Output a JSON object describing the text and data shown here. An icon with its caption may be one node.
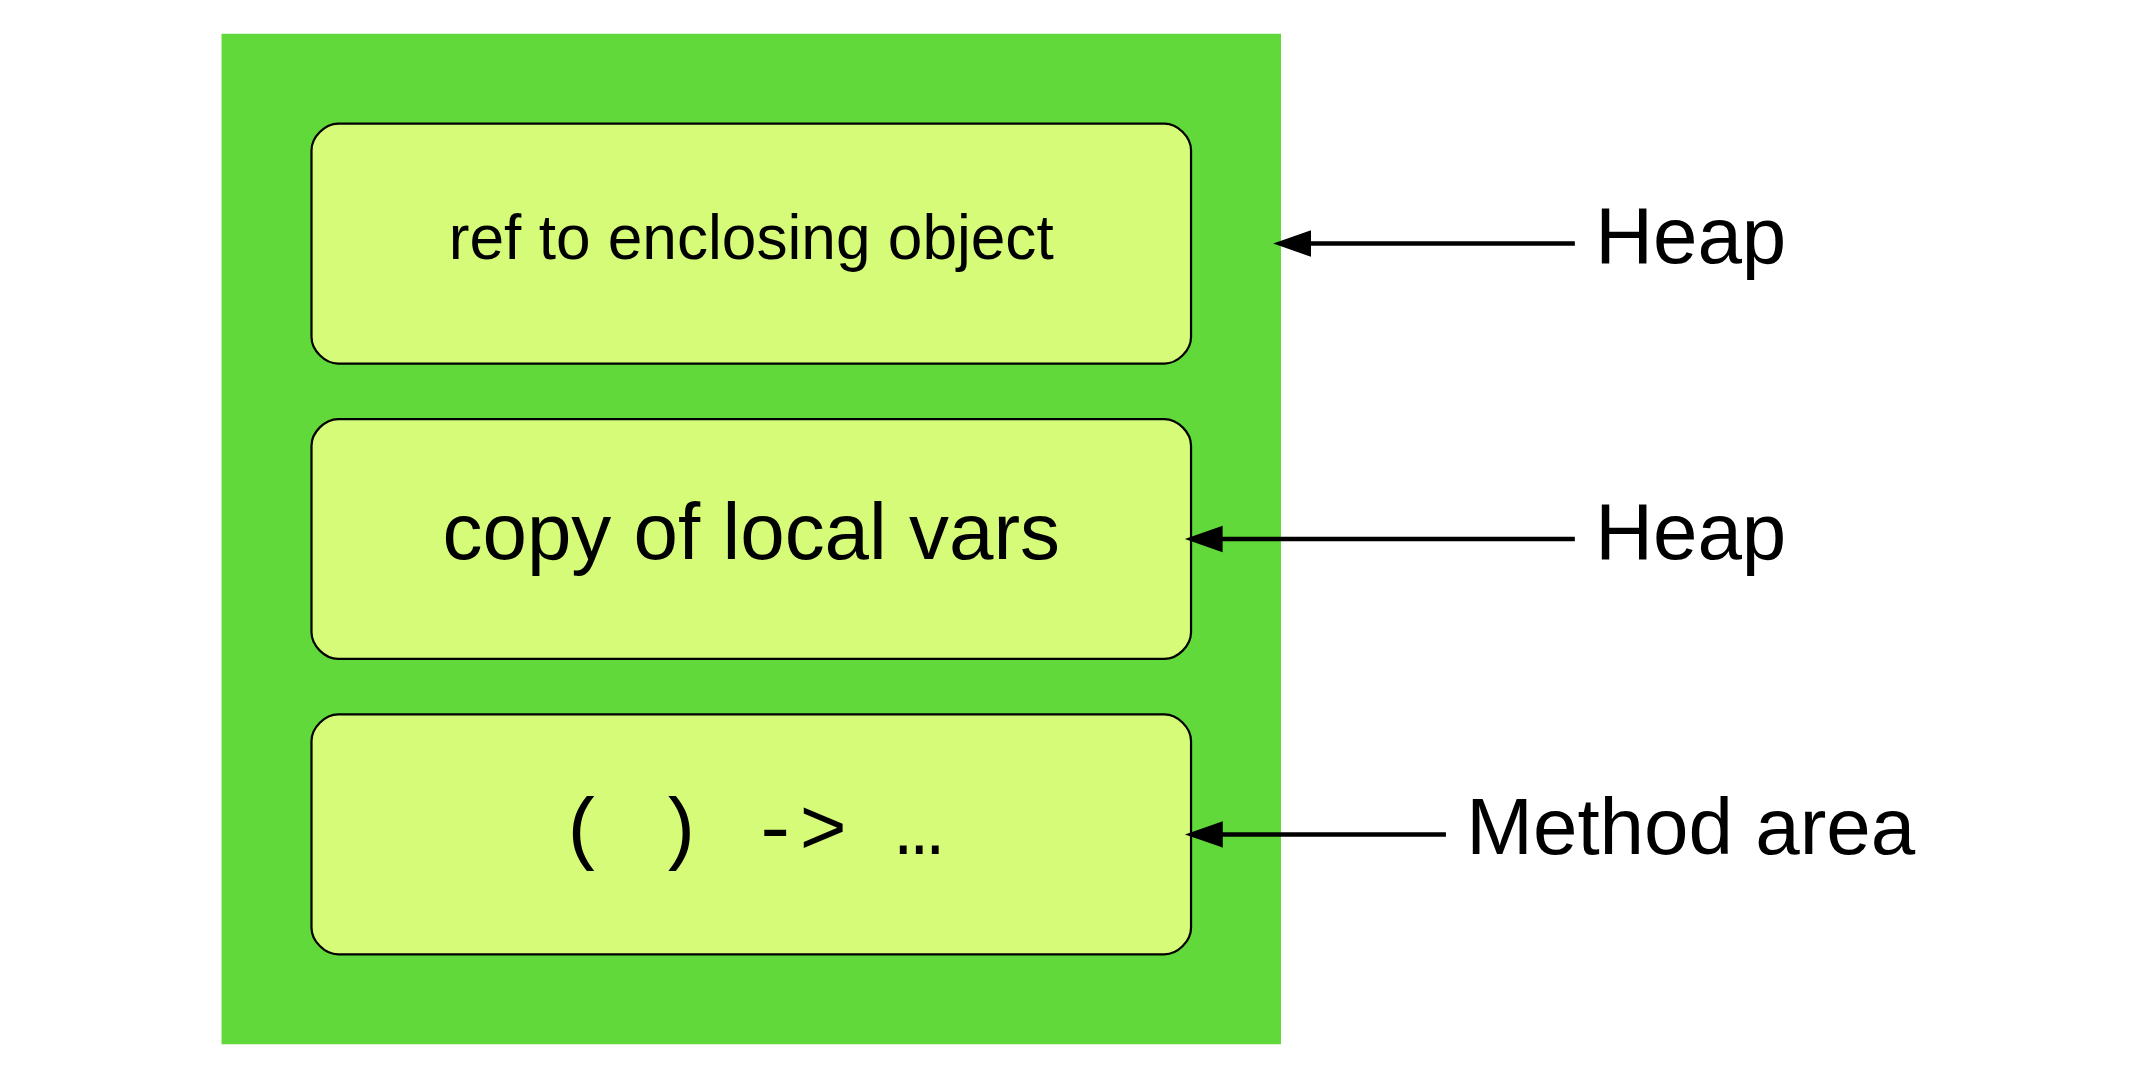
{
  "diagram": {
    "nodes": [
      {
        "text": [],
        "shape": "box"
      },
      {
        "text": [
          "ref to enclosing object"
        ],
        "in": 0
      },
      {
        "text": [
          "copy of local vars"
        ],
        "in": 0
      },
      {
        "text": [
          "( ) -> …"
        ],
        "in": 0
      },
      {
        "text": [
          "Heap"
        ]
      },
      {
        "text": [
          "Heap"
        ]
      },
      {
        "text": [
          "Method area"
        ]
      }
    ],
    "edges": [
      {
        "from": 4,
        "to": 0,
        "arrow": "to"
      },
      {
        "from": 5,
        "to": 2,
        "arrow": "to"
      },
      {
        "from": 6,
        "to": 3,
        "arrow": "to"
      }
    ]
  }
}
